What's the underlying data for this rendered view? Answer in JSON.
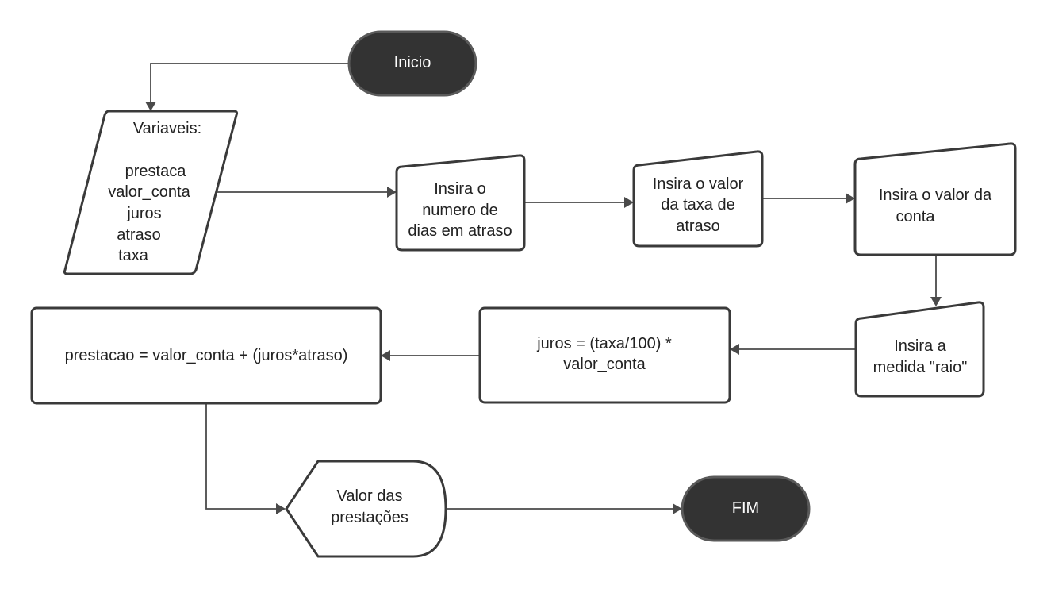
{
  "nodes": {
    "start": {
      "text": "Inicio"
    },
    "variables": {
      "title": "Variaveis:",
      "items": [
        "prestaca",
        "valor_conta",
        "juros",
        "atraso",
        "taxa"
      ]
    },
    "input_days": {
      "lines": [
        "Insira o",
        "numero de",
        "dias em atraso"
      ]
    },
    "input_rate": {
      "lines": [
        "Insira o valor",
        "da taxa de",
        "atraso"
      ]
    },
    "input_bill": {
      "lines": [
        "Insira o valor da",
        "conta"
      ]
    },
    "input_radius": {
      "lines": [
        "Insira a",
        "medida \"raio\""
      ]
    },
    "calc_interest": {
      "lines": [
        "juros = (taxa/100) *",
        "valor_conta"
      ]
    },
    "calc_installment": {
      "text": "prestacao = valor_conta + (juros*atraso)"
    },
    "display_result": {
      "lines": [
        "Valor das",
        "prestações"
      ]
    },
    "end": {
      "text": "FIM"
    }
  },
  "colors": {
    "terminal_fill": "#333333",
    "stroke": "#3a3a3a",
    "edge": "#4a4a4a"
  }
}
